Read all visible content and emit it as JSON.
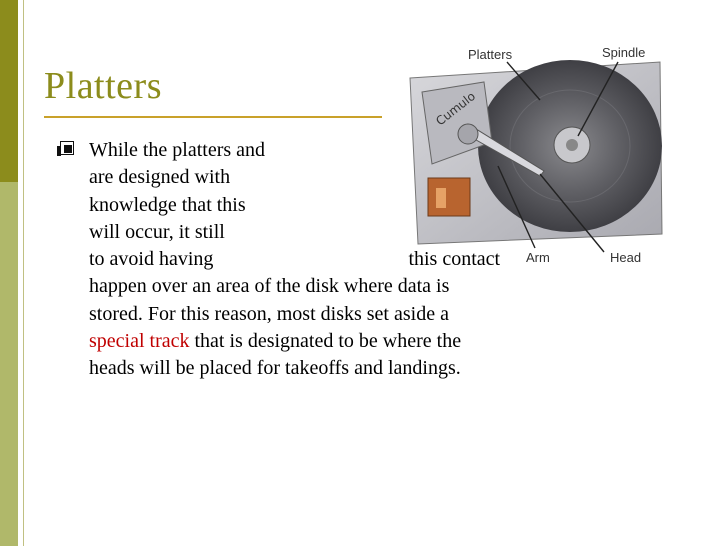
{
  "slide": {
    "title": "Platters",
    "bullet_lines": [
      "While the platters and",
      "are designed with",
      "knowledge that this",
      "will occur, it still",
      "to avoid having",
      "happen over an area of the disk where data is",
      "stored.  For this reason, most disks set aside a"
    ],
    "partial_line_5_tail": "this contact",
    "line8_highlight": "special track",
    "line8_rest": " that is designated to be where the",
    "line9": "heads will be placed for takeoffs and landings."
  },
  "figure": {
    "labels": {
      "platters": "Platters",
      "spindle": "Spindle",
      "arm": "Arm",
      "head": "Head"
    },
    "handwriting": "Cumulo"
  },
  "colors": {
    "title": "#8c8c1c",
    "sidebar_dark": "#8c8c1c",
    "sidebar_light": "#b0b86a",
    "rule": "#c9a12a",
    "highlight": "#c00000"
  }
}
